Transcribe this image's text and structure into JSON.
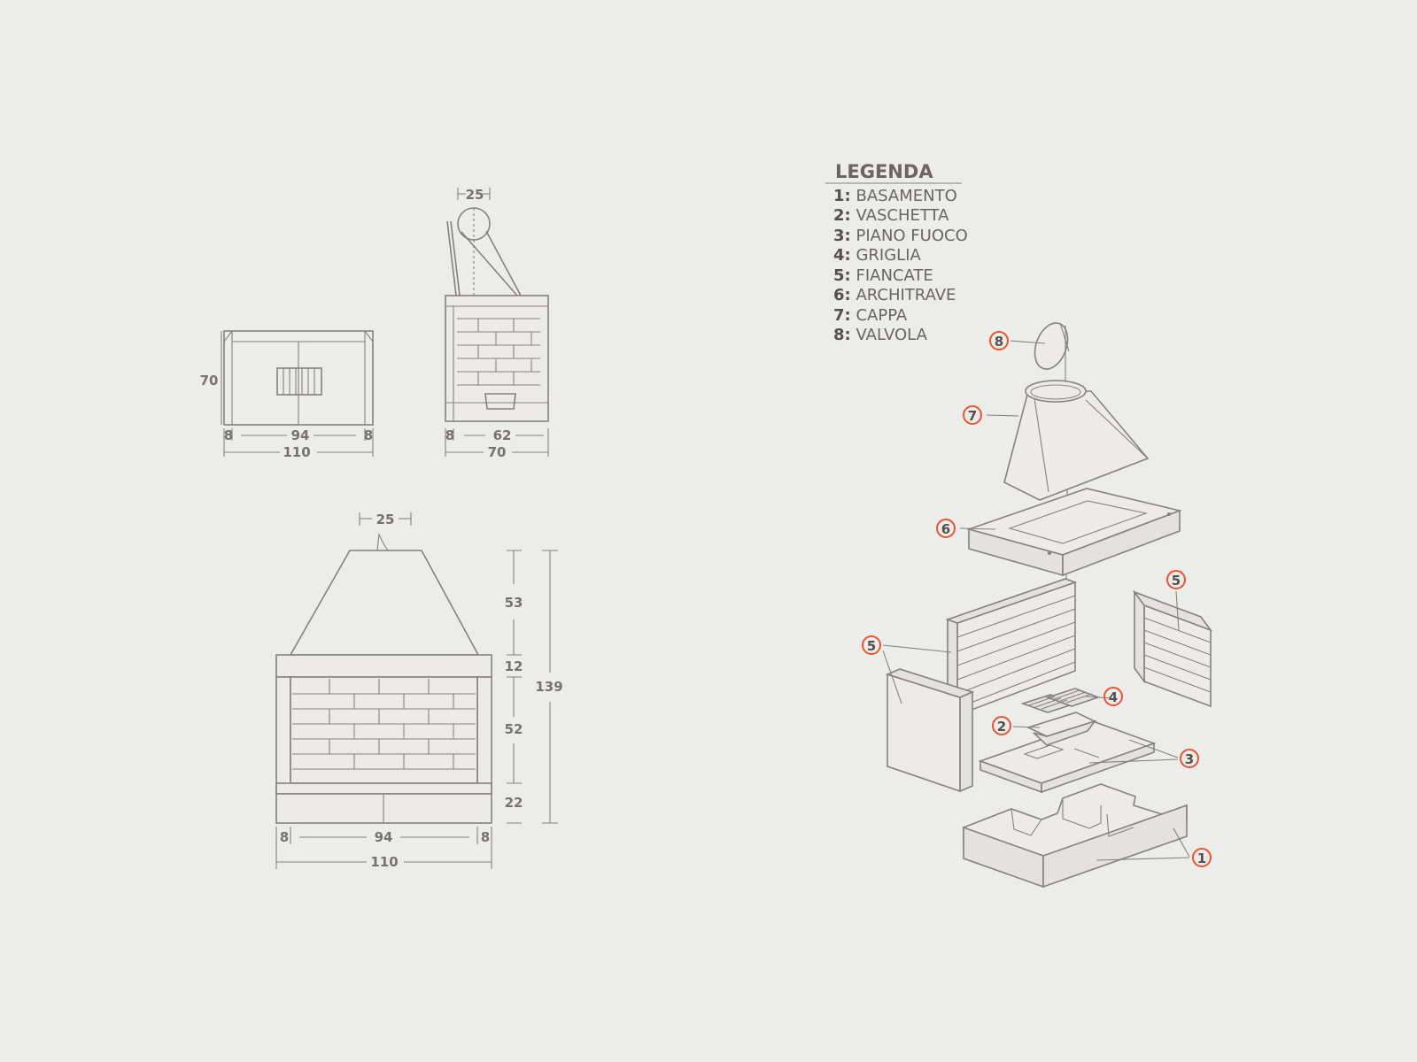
{
  "legend": {
    "title": "LEGENDA",
    "items": [
      {
        "num": "1:",
        "label": "BASAMENTO"
      },
      {
        "num": "2:",
        "label": "VASCHETTA"
      },
      {
        "num": "3:",
        "label": "PIANO FUOCO"
      },
      {
        "num": "4:",
        "label": "GRIGLIA"
      },
      {
        "num": "5:",
        "label": "FIANCATE"
      },
      {
        "num": "6:",
        "label": "ARCHITRAVE"
      },
      {
        "num": "7:",
        "label": "CAPPA"
      },
      {
        "num": "8:",
        "label": "VALVOLA"
      }
    ]
  },
  "top_view": {
    "height": "70",
    "left_side": "8",
    "inner": "94",
    "right_side": "8",
    "total": "110"
  },
  "side_view": {
    "flue": "25",
    "side": "8",
    "depth": "62",
    "total": "70"
  },
  "front_view": {
    "flue": "25",
    "hood": "53",
    "lintel": "12",
    "opening": "52",
    "base": "22",
    "total_height": "139",
    "left_side": "8",
    "inner": "94",
    "right_side": "8",
    "total_width": "110"
  },
  "callouts": [
    "1",
    "2",
    "3",
    "4",
    "5",
    "5",
    "6",
    "7",
    "8"
  ],
  "colors": {
    "background": "#ececeb",
    "line": "#86817c",
    "callout_ring": "#e9552f"
  }
}
